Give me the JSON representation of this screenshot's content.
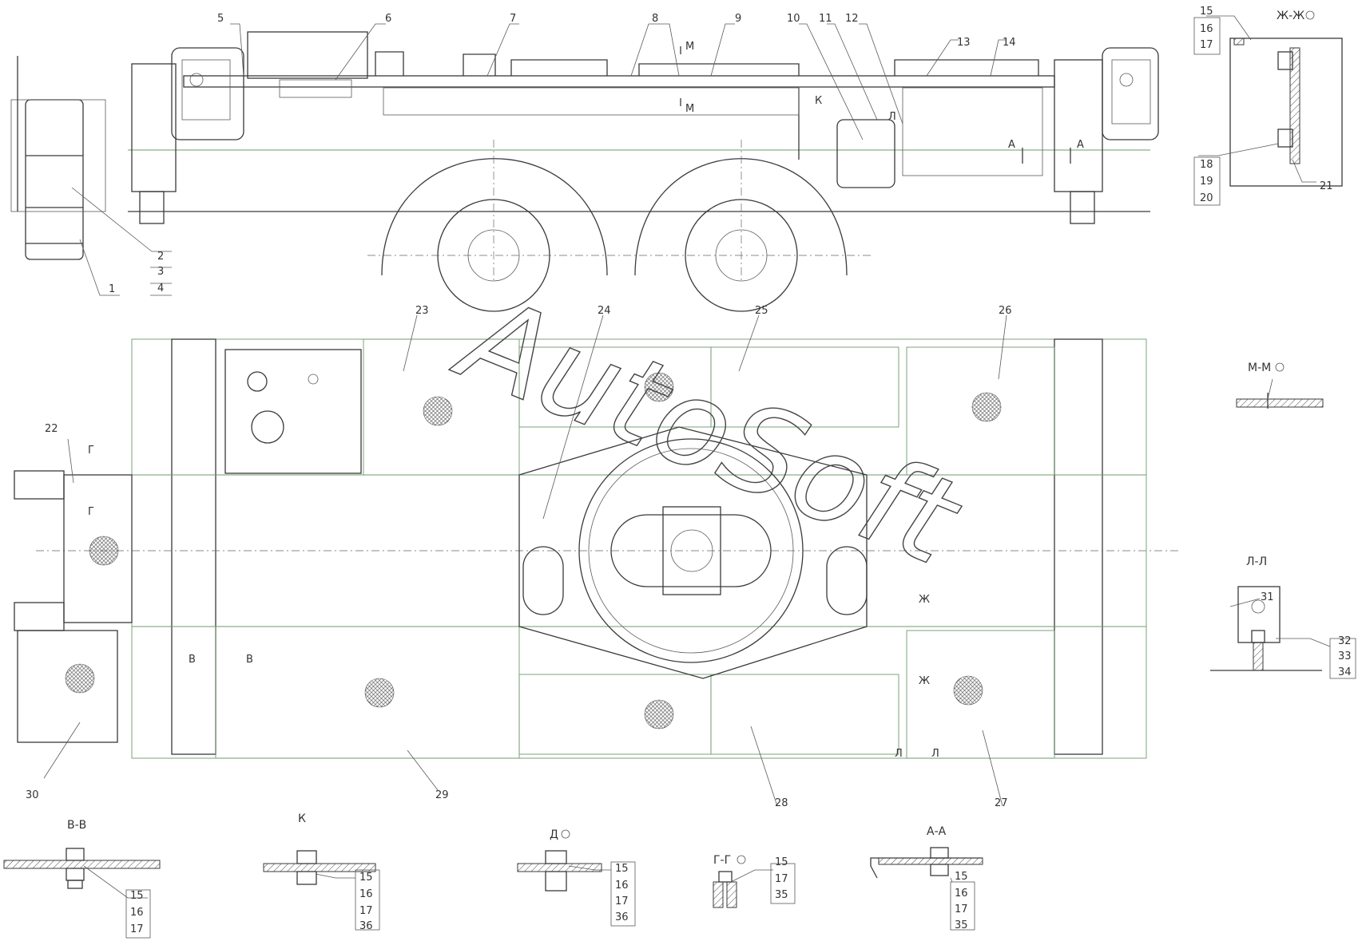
{
  "watermark": "AutoSoft",
  "callouts": [
    "1",
    "2",
    "3",
    "4",
    "5",
    "6",
    "7",
    "8",
    "9",
    "10",
    "11",
    "12",
    "13",
    "14",
    "15",
    "16",
    "17",
    "18",
    "19",
    "20",
    "21",
    "22",
    "23",
    "24",
    "25",
    "26",
    "27",
    "28",
    "29",
    "30",
    "31",
    "32",
    "33",
    "34",
    "35",
    "36"
  ],
  "view_letters": {
    "m": "М",
    "k": "К",
    "l": "Л",
    "a": "А",
    "zh": "Ж",
    "g": "Г",
    "v": "В"
  },
  "sections": {
    "zh_zh": "Ж-Ж",
    "m_m": "М-М",
    "l_l": "Л-Л",
    "v_v": "В-В",
    "k": "К",
    "d": "Д",
    "g_g": "Г-Г",
    "a_a": "А-А"
  },
  "colors": {
    "line": "#3a3a3a",
    "green": "#6f9a6f",
    "background": "#ffffff"
  }
}
